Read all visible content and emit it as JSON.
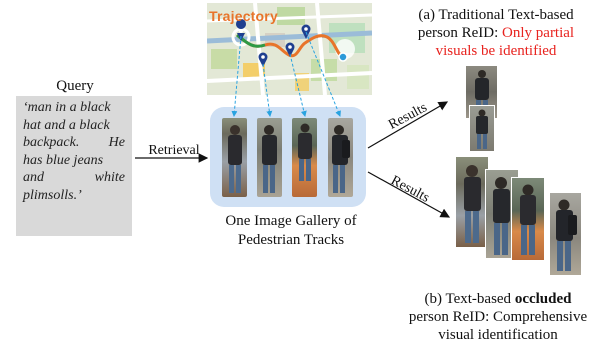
{
  "query": {
    "title": "Query",
    "lines": [
      "‘man in a black",
      "hat and a black",
      "backpack. He",
      "has blue jeans",
      "and white",
      "plimsolls.’"
    ]
  },
  "retrieval_label": "Retrieval",
  "trajectory_label": "Trajectory",
  "gallery_caption": [
    "One Image Gallery of",
    "Pedestrian Tracks"
  ],
  "results_label": "Results",
  "top_caption": {
    "line1": "(a) Traditional Text-based",
    "line2_prefix": "person ReID: ",
    "line2_red": "Only partial",
    "line3_red": "visuals be identified"
  },
  "bottom_caption": {
    "line1_prefix": "(b) Text-based ",
    "line1_bold": "occluded",
    "line2": "person ReID: Comprehensive",
    "line3": "visual identification"
  },
  "colors": {
    "highlight_red": "#e8231f",
    "gallery_bg": "#cfe0f4",
    "query_bg": "#d9d9d9",
    "route_orange": "#e8742a",
    "link_blue": "#29a3e0",
    "pin_navy": "#1f3f8f"
  }
}
